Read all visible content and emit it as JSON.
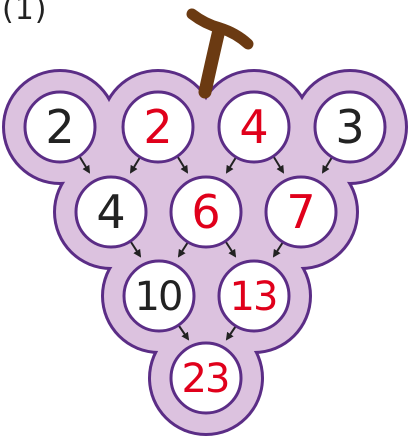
{
  "problem_label": "(1)",
  "colors": {
    "grape_fill": "#dcc2df",
    "grape_outline": "#5b2d86",
    "stem": "#6b3a12",
    "given": "#222222",
    "answer": "#e0001b",
    "arrow": "#222222"
  },
  "pyramid": {
    "row1": [
      {
        "value": "2",
        "kind": "given"
      },
      {
        "value": "2",
        "kind": "answer"
      },
      {
        "value": "4",
        "kind": "answer"
      },
      {
        "value": "3",
        "kind": "given"
      }
    ],
    "row2": [
      {
        "value": "4",
        "kind": "given"
      },
      {
        "value": "6",
        "kind": "answer"
      },
      {
        "value": "7",
        "kind": "answer"
      }
    ],
    "row3": [
      {
        "value": "10",
        "kind": "given"
      },
      {
        "value": "13",
        "kind": "answer"
      }
    ],
    "row4": [
      {
        "value": "23",
        "kind": "answer"
      }
    ]
  }
}
